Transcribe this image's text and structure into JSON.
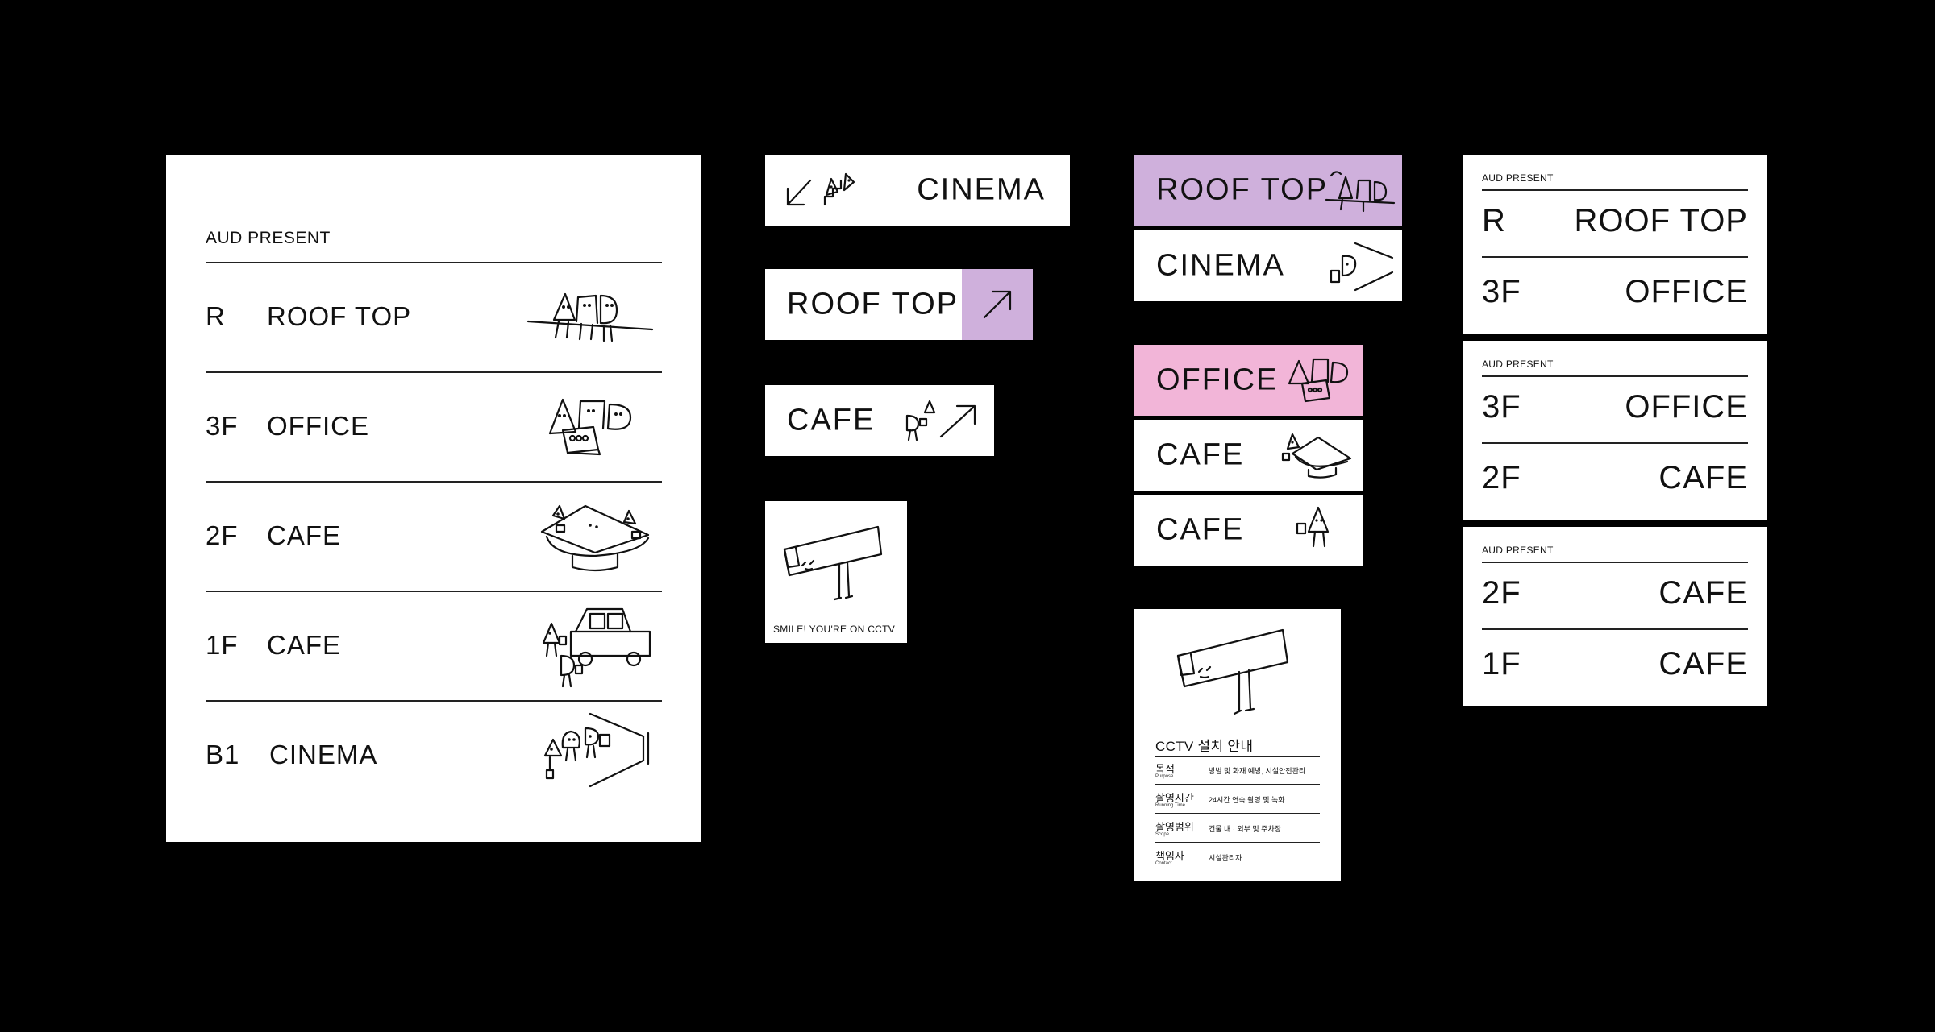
{
  "colors": {
    "background": "#000000",
    "panel": "#ffffff",
    "lavender": "#cfb0dc",
    "pink": "#f2b5d8",
    "ink": "#111111"
  },
  "directory": {
    "header": "AUD PRESENT",
    "rows": [
      {
        "floor": "R",
        "name": "ROOF TOP",
        "icon": "characters-on-rooftop-icon"
      },
      {
        "floor": "3F",
        "name": "OFFICE",
        "icon": "characters-with-laptop-icon"
      },
      {
        "floor": "2F",
        "name": "CAFE",
        "icon": "characters-on-cafe-table-icon"
      },
      {
        "floor": "1F",
        "name": "CAFE",
        "icon": "characters-with-coffee-car-icon"
      },
      {
        "floor": "B1",
        "name": "CINEMA",
        "icon": "characters-watching-projector-icon"
      }
    ]
  },
  "wayfinding": {
    "cinema_sign": {
      "label": "CINEMA",
      "icon": "arrow-down-left-icon"
    },
    "rooftop_sign": {
      "label": "ROOF TOP",
      "icon": "arrow-up-right-icon"
    },
    "cafe_sign": {
      "label": "CAFE",
      "icon": "arrow-up-right-icon"
    },
    "cctv_sticker": {
      "label": "SMILE! YOU'RE ON CCTV",
      "icon": "cctv-camera-character-icon"
    }
  },
  "stack_signs": {
    "rooftop": "ROOF TOP",
    "cinema": "CINEMA",
    "office": "OFFICE",
    "cafe_a": "CAFE",
    "cafe_b": "CAFE"
  },
  "cctv_info": {
    "title": "CCTV 설치 안내",
    "rows": [
      {
        "key": "목적",
        "sub": "Purpose",
        "value": "방범 및 화재 예방, 시설안전관리"
      },
      {
        "key": "촬영시간",
        "sub": "Running Time",
        "value": "24시간 연속 촬영 및 녹화"
      },
      {
        "key": "촬영범위",
        "sub": "Scope",
        "value": "건물 내 · 외부 및 주차장"
      },
      {
        "key": "책임자",
        "sub": "Contact",
        "value": "시설관리자"
      }
    ]
  },
  "floor_plates": [
    {
      "header": "AUD PRESENT",
      "rows": [
        {
          "floor": "R",
          "name": "ROOF TOP"
        },
        {
          "floor": "3F",
          "name": "OFFICE"
        }
      ]
    },
    {
      "header": "AUD PRESENT",
      "rows": [
        {
          "floor": "3F",
          "name": "OFFICE"
        },
        {
          "floor": "2F",
          "name": "CAFE"
        }
      ]
    },
    {
      "header": "AUD PRESENT",
      "rows": [
        {
          "floor": "2F",
          "name": "CAFE"
        },
        {
          "floor": "1F",
          "name": "CAFE"
        }
      ]
    }
  ]
}
